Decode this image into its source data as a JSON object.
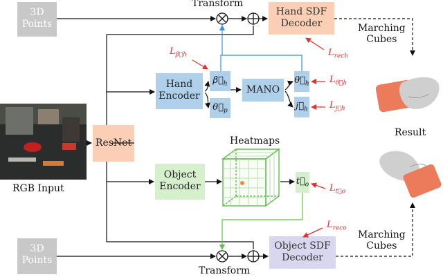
{
  "nodes": {
    "top_points_line1": "3D",
    "top_points_line2": "Points",
    "bottom_points_line1": "3D",
    "bottom_points_line2": "Points",
    "hand_sdf_decoder_line1": "Hand SDF",
    "hand_sdf_decoder_line2": "Decoder",
    "object_sdf_decoder_line1": "Object SDF",
    "object_sdf_decoder_line2": "Decoder",
    "resnet": "ResNet",
    "hand_encoder_line1": "Hand",
    "hand_encoder_line2": "Encoder",
    "object_encoder_line1": "Object",
    "object_encoder_line2": "Encoder",
    "mano": "MANO"
  },
  "vars": {
    "beta_sub": "h",
    "theta_p_sub": "p",
    "theta_h_sub": "h",
    "j_h_sub": "h",
    "t_o_sub": "o"
  },
  "labels": {
    "transform_top": "Transform",
    "transform_bottom": "Transform",
    "heatmaps": "Heatmaps",
    "rgb_input": "RGB Input",
    "result": "Result",
    "marching_cubes_top_line1": "Marching",
    "marching_cubes_top_line2": "Cubes",
    "marching_cubes_bottom_line1": "Marching",
    "marching_cubes_bottom_line2": "Cubes"
  },
  "losses": {
    "beta_main": "L",
    "beta_sub": "β⃗h",
    "rech_main": "L",
    "rech_sub": "rech",
    "theta_main": "L",
    "theta_sub": "θ⃗h",
    "j_main": "L",
    "j_sub": "j⃗h",
    "t_main": "L",
    "t_sub": "t⃗o",
    "reco_main": "L",
    "reco_sub": "reco"
  },
  "colors": {
    "hand": "#aed0ea",
    "object": "#d6efcd",
    "decoder_hand": "#fbcfb5",
    "decoder_object": "#d9d6ef",
    "points": "#c8c8c8",
    "loss": "#e0322f",
    "blue_link": "#3a8fd0",
    "green_link": "#5cc04a"
  }
}
